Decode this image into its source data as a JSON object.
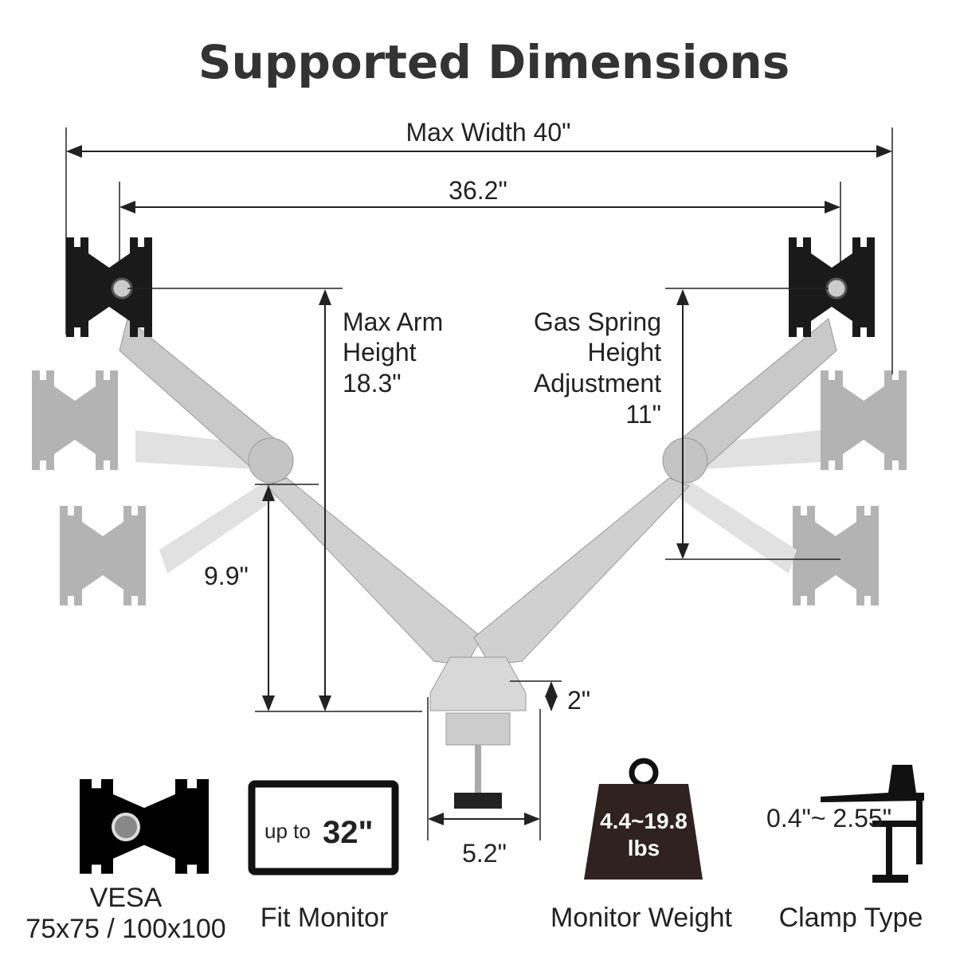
{
  "title": "Supported Dimensions",
  "dimensions": {
    "max_width": "Max Width 40\"",
    "inner_width": "36.2\"",
    "max_arm_height": [
      "Max Arm",
      "Height",
      "18.3\""
    ],
    "gas_spring": [
      "Gas Spring",
      "Height",
      "Adjustment",
      "11\""
    ],
    "lower_height": "9.9\"",
    "base_height": "2\"",
    "base_width": "5.2\""
  },
  "features": [
    {
      "caption": [
        "VESA",
        "75x75 / 100x100"
      ]
    },
    {
      "badge_prefix": "up to",
      "badge_value": "32\"",
      "caption": [
        "Fit Monitor"
      ]
    },
    {
      "badge": [
        "4.4~19.8",
        "lbs"
      ],
      "caption": [
        "Monitor Weight"
      ]
    },
    {
      "range": "0.4\"~ 2.55\"",
      "caption": [
        "Clamp Type"
      ]
    }
  ],
  "colors": {
    "text": "#222222",
    "arm": "#c9c9c9",
    "plate": "#1a1a1a",
    "weight": "#2f2220"
  }
}
